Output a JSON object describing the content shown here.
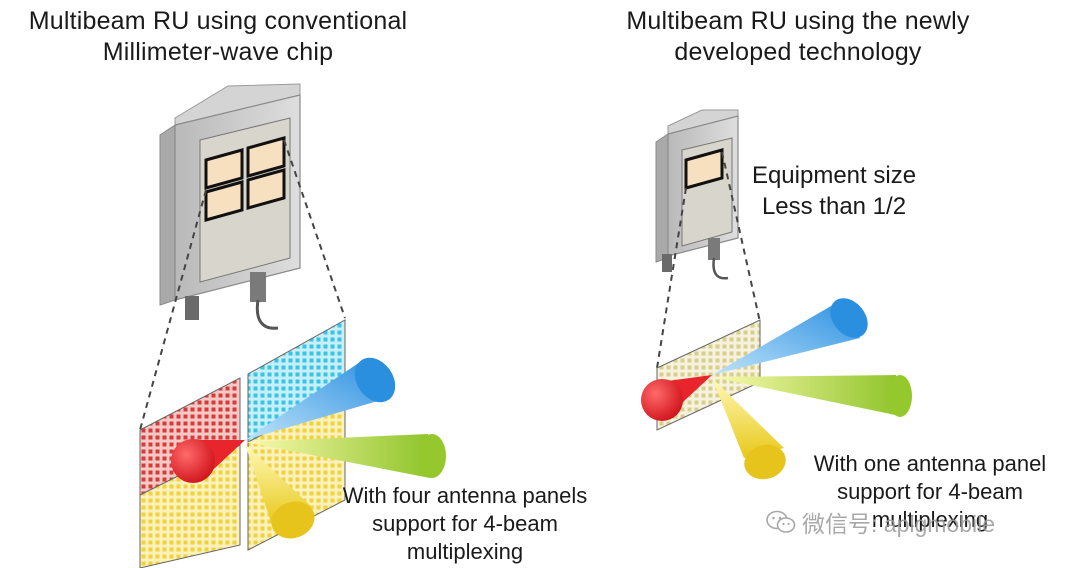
{
  "left": {
    "title_lines": [
      "Multibeam RU using conventional",
      "Millimeter-wave chip"
    ],
    "caption_lines": [
      "With four antenna panels",
      "support for 4-beam",
      "multiplexing"
    ]
  },
  "right": {
    "title_lines": [
      "Multibeam RU using the newly",
      "developed technology"
    ],
    "size_lines": [
      "Equipment size",
      "Less than 1/2"
    ],
    "caption_lines": [
      "With one antenna panel",
      "support for 4-beam",
      "multiplexing"
    ]
  },
  "watermark": {
    "text": "微信号: aplgmobile",
    "icon": "wechat-icon"
  },
  "colors": {
    "panel_red": "#d83a3a",
    "panel_cyan": "#35c5e6",
    "panel_yellow": "#f2d23a",
    "beam_red": "#e8242c",
    "beam_blue": "#2b8fe0",
    "beam_green": "#a6d42e",
    "beam_yellow": "#f0d81c",
    "device_body": "#c9c9c9"
  }
}
